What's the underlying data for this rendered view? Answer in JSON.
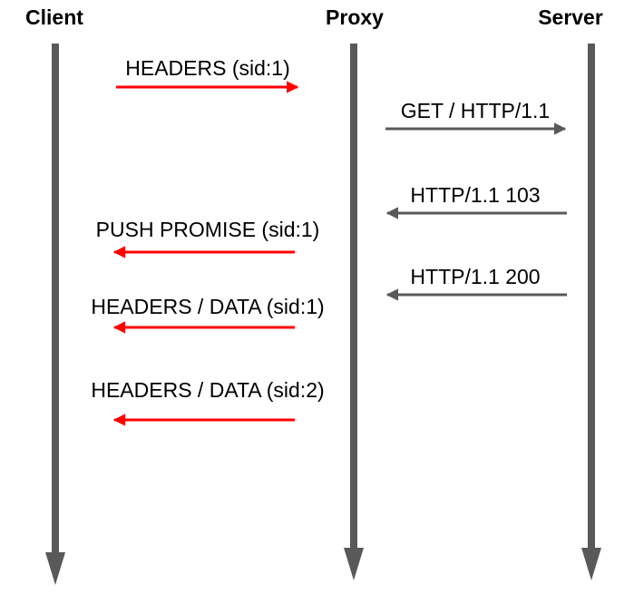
{
  "colors": {
    "lifeline": "#595959",
    "client_proxy_arrow": "#ff0000",
    "proxy_server_arrow": "#595959",
    "text": "#000000"
  },
  "actors": [
    {
      "id": "client",
      "label": "Client"
    },
    {
      "id": "proxy",
      "label": "Proxy"
    },
    {
      "id": "server",
      "label": "Server"
    }
  ],
  "messages": [
    {
      "id": "m1",
      "label": "HEADERS (sid:1)",
      "from": "client",
      "to": "proxy",
      "color": "#ff0000"
    },
    {
      "id": "m2",
      "label": "GET / HTTP/1.1",
      "from": "proxy",
      "to": "server",
      "color": "#595959"
    },
    {
      "id": "m3",
      "label": "HTTP/1.1 103",
      "from": "server",
      "to": "proxy",
      "color": "#595959"
    },
    {
      "id": "m4",
      "label": "PUSH PROMISE (sid:1)",
      "from": "proxy",
      "to": "client",
      "color": "#ff0000"
    },
    {
      "id": "m5",
      "label": "HTTP/1.1 200",
      "from": "server",
      "to": "proxy",
      "color": "#595959"
    },
    {
      "id": "m6",
      "label": "HEADERS / DATA (sid:1)",
      "from": "proxy",
      "to": "client",
      "color": "#ff0000"
    },
    {
      "id": "m7",
      "label": "HEADERS / DATA (sid:2)",
      "from": "proxy",
      "to": "client",
      "color": "#ff0000"
    }
  ]
}
